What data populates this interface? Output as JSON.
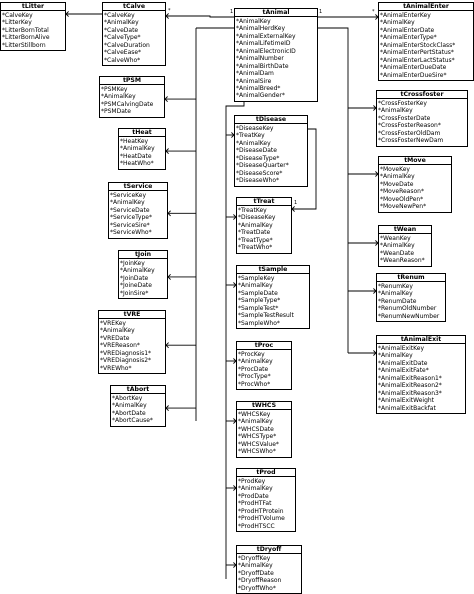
{
  "entities": [
    {
      "id": "tLitter",
      "title": "tLitter",
      "fields": [
        "*CalveKey",
        "*LitterKey",
        "*LitterBornTotal",
        "*LitterBornAlive",
        "*LitterStillborn"
      ]
    },
    {
      "id": "tCalve",
      "title": "tCalve",
      "fields": [
        "*CalveKey",
        "*AnimalKey",
        "*CalveDate",
        "*CalveType*",
        "*CalveDuration",
        "*CalveEase*",
        "*CalveWho*"
      ]
    },
    {
      "id": "tAnimal",
      "title": "tAnimal",
      "fields": [
        "*AnimalKey",
        "*AnimalHerdKey",
        "*AnimalExternalKey",
        "*AnimalLifetimeID",
        "*AnimalElectronicID",
        "*AnimalNumber",
        "*AnimalBirthDate",
        "*AnimalDam",
        "*AnimalSire",
        "*AnimalBreed*",
        "*AnimalGender*"
      ]
    },
    {
      "id": "tAnimalEnter",
      "title": "tAnimalEnter",
      "fields": [
        "*AnimalEnterKey",
        "*AnimalKey",
        "*AnimalEnterDate",
        "*AnimalEnterType*",
        "*AnimalEnterStockClass*",
        "*AnimalEnterPertStatus*",
        "*AnimalEnterLactStatus*",
        "*AnimalEnterDueDate",
        "*AnimalEnterDueSire*"
      ]
    },
    {
      "id": "tPSM",
      "title": "tPSM",
      "fields": [
        "*PSMKey",
        "*AnimalKey",
        "*PSMCalvingDate",
        "*PSMDate"
      ]
    },
    {
      "id": "tCrossfoster",
      "title": "tCrossfoster",
      "fields": [
        "*CrossFosterKey",
        "*AnimalKey",
        "*CrossFosterDate",
        "*CrossFosterReason*",
        "*CrossFosterOldDam",
        "*CrossFosterNewDam"
      ]
    },
    {
      "id": "tDisease",
      "title": "tDisease",
      "fields": [
        "*DiseaseKey",
        "*TreatKey",
        "*AnimalKey",
        "*DiseaseDate",
        "*DiseaseType*",
        "*DiseaseQuarter*",
        "*DiseaseScore*",
        "*DiseaseWho*"
      ]
    },
    {
      "id": "tHeat",
      "title": "tHeat",
      "fields": [
        "*HeatKey",
        "*AnimalKey",
        "*HeatDate",
        "*HeatWho*"
      ]
    },
    {
      "id": "tMove",
      "title": "tMove",
      "fields": [
        "*MoveKey",
        "*AnimalKey",
        "*MoveDate",
        "*MoveReason*",
        "*MoveOldPen*",
        "*MoveNewPen*"
      ]
    },
    {
      "id": "tService",
      "title": "tService",
      "fields": [
        "*ServiceKey",
        "*AnimalKey",
        "*ServiceDate",
        "*ServiceType*",
        "*ServiceSire*",
        "*ServiceWho*"
      ]
    },
    {
      "id": "tTreat",
      "title": "tTreat",
      "fields": [
        "*TreatKey",
        "*DiseaseKey",
        "*AnimalKey",
        "*TreatDate",
        "*TreatType*",
        "*TreatWho*"
      ]
    },
    {
      "id": "tWean",
      "title": "tWean",
      "fields": [
        "*WeanKey",
        "*AnimalKey",
        "*WeanDate",
        "*WeanReason*"
      ]
    },
    {
      "id": "tJoin",
      "title": "tJoin",
      "fields": [
        "*JoinKey",
        "*AnimalKey",
        "*JoinDate",
        "*JoineDate",
        "*JoinSire*"
      ]
    },
    {
      "id": "tSample",
      "title": "tSample",
      "fields": [
        "*SampleKey",
        "*AnimalKey",
        "*SampleDate",
        "*SampleType*",
        "*SampleTest*",
        "*SampleTestResult",
        "*SampleWho*"
      ]
    },
    {
      "id": "tRenum",
      "title": "tRenum",
      "fields": [
        "*RenumKey",
        "*AnimalKey",
        "*RenumDate",
        "*RenumOldNumber",
        "*RenumNewNumber"
      ]
    },
    {
      "id": "tVRE",
      "title": "tVRE",
      "fields": [
        "*VREKey",
        "*AnimalKey",
        "*VREDate",
        "*VREReason*",
        "*VREDiagnosis1*",
        "*VREDiagnosis2*",
        "*VREWho*"
      ]
    },
    {
      "id": "tProc",
      "title": "tProc",
      "fields": [
        "*ProcKey",
        "*AnimalKey",
        "*ProcDate",
        "*ProcType*",
        "*ProcWho*"
      ]
    },
    {
      "id": "tAnimalExit",
      "title": "tAnimalExit",
      "fields": [
        "*AnimalExitKey",
        "*AnimalKey",
        "*AnimalExitDate",
        "*AnimalExitFate*",
        "*AnimalExitReason1*",
        "*AnimalExitReason2*",
        "*AnimalExitReason3*",
        "*AnimalExitWeight",
        "*AnimalExitBackfat"
      ]
    },
    {
      "id": "tAbort",
      "title": "tAbort",
      "fields": [
        "*AbortKey",
        "*AnimalKey",
        "*AbortDate",
        "*AbortCause*"
      ]
    },
    {
      "id": "tWHCS",
      "title": "tWHCS",
      "fields": [
        "*WHCSKey",
        "*AnimalKey",
        "*WHCSDate",
        "*WHCSType*",
        "*WHCSValue*",
        "*WHCSWho*"
      ]
    },
    {
      "id": "tProd",
      "title": "tProd",
      "fields": [
        "*ProdKey",
        "*AnimalKey",
        "*ProdDate",
        "*ProdHTFat",
        "*ProdHTProtein",
        "*ProdHTVolume",
        "*ProdHTSCC"
      ]
    },
    {
      "id": "tDryoff",
      "title": "tDryoff",
      "fields": [
        "*DryoffKey",
        "*AnimalKey",
        "*DryoffDate",
        "*DryoffReason",
        "*DryoffWho*"
      ]
    }
  ],
  "cardinalities": {
    "one": "1",
    "many": "*"
  }
}
